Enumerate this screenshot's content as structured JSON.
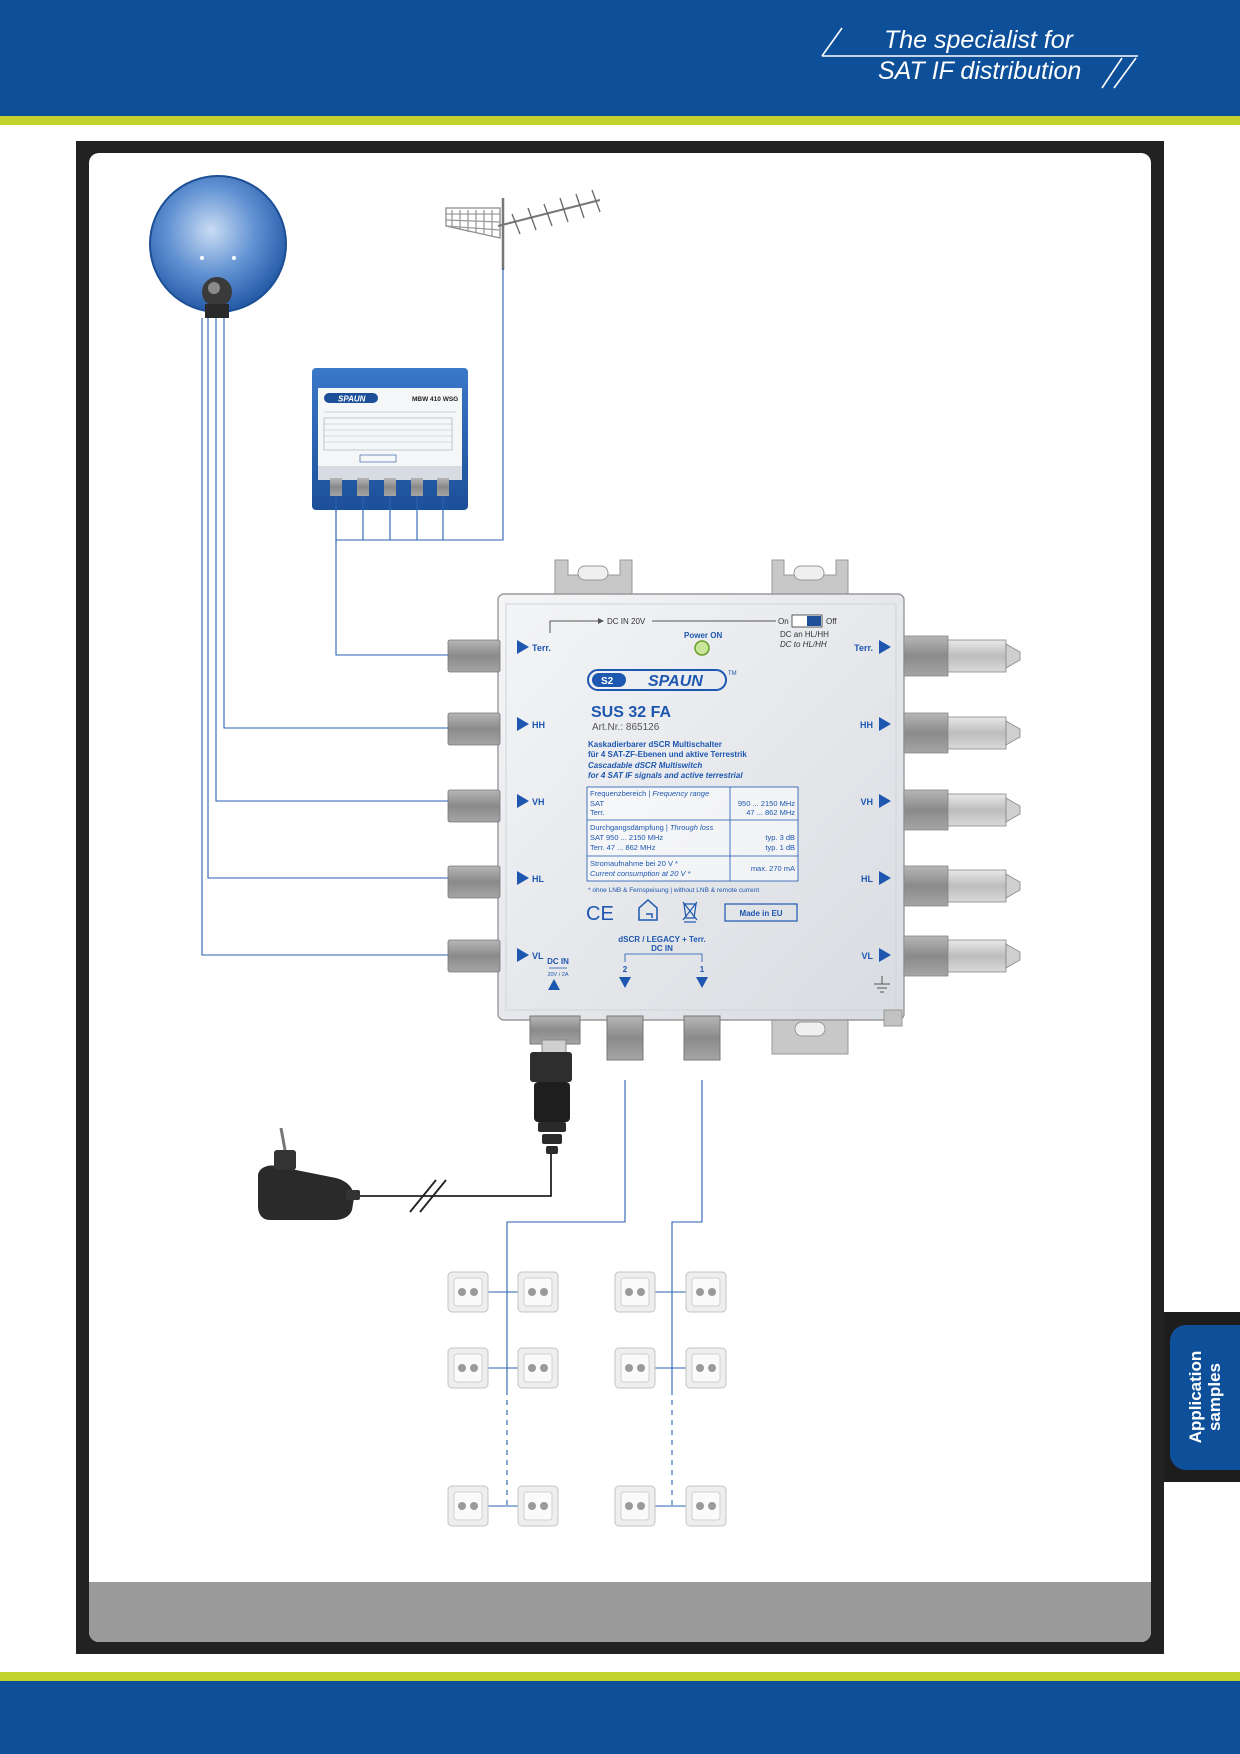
{
  "header": {
    "tagline_line1": "The specialist for",
    "tagline_line2": "SAT IF distribution"
  },
  "side_tab": {
    "line1": "Application",
    "line2": "samples"
  },
  "splitter": {
    "brand": "SPAUN",
    "model": "MBW 410 WSG"
  },
  "multiswitch": {
    "brand": "SPAUN",
    "model": "SUS 32 FA",
    "art_no": "Art.Nr.: 865126",
    "dc_in_label": "DC IN 20V",
    "power_label": "Power ON",
    "switch_on": "On",
    "switch_off": "Off",
    "dc_note_de": "DC an HL/HH",
    "dc_note_en": "DC to HL/HH",
    "inputs": [
      "Terr.",
      "HH",
      "VH",
      "HL",
      "VL"
    ],
    "outputs": [
      "Terr.",
      "HH",
      "VH",
      "HL",
      "VL"
    ],
    "desc_de_1": "Kaskadierbarer dSCR Multischalter",
    "desc_de_2": "für 4 SAT-ZF-Ebenen und aktive Terrestrik",
    "desc_en_1": "Cascadable dSCR Multiswitch",
    "desc_en_2": "for 4 SAT IF signals and active terrestrial",
    "spec_rows": [
      {
        "label_de": "Frequenzbereich",
        "label_en": "Frequency range",
        "lines": [
          "SAT",
          "Terr."
        ],
        "values": [
          "950 ... 2150 MHz",
          "47 ... 862 MHz"
        ]
      },
      {
        "label_de": "Durchgangsdämpfung",
        "label_en": "Through loss",
        "lines": [
          "SAT 950 ... 2150 MHz",
          "Terr. 47 ... 862 MHz"
        ],
        "values": [
          "typ. 3 dB",
          "typ. 1 dB"
        ]
      },
      {
        "label_de": "Stromaufnahme bei 20 V *",
        "label_en": "Current consumption at 20 V *",
        "lines": [],
        "values": [
          "max. 270 mA"
        ]
      }
    ],
    "footnote": "* ohne LNB & Fernspeisung | without LNB & remote current",
    "made_in": "Made in EU",
    "dc_in_bottom": "DC IN",
    "dc_in_rating": "20V / 2A",
    "outputs_label_1": "dSCR / LEGACY + Terr.",
    "outputs_label_2": "DC IN",
    "out_port_2": "2",
    "out_port_1": "1"
  },
  "colors": {
    "brand_blue": "#0e4f9a",
    "accent_green": "#c3d22a",
    "wire_blue": "#2a62b0"
  }
}
